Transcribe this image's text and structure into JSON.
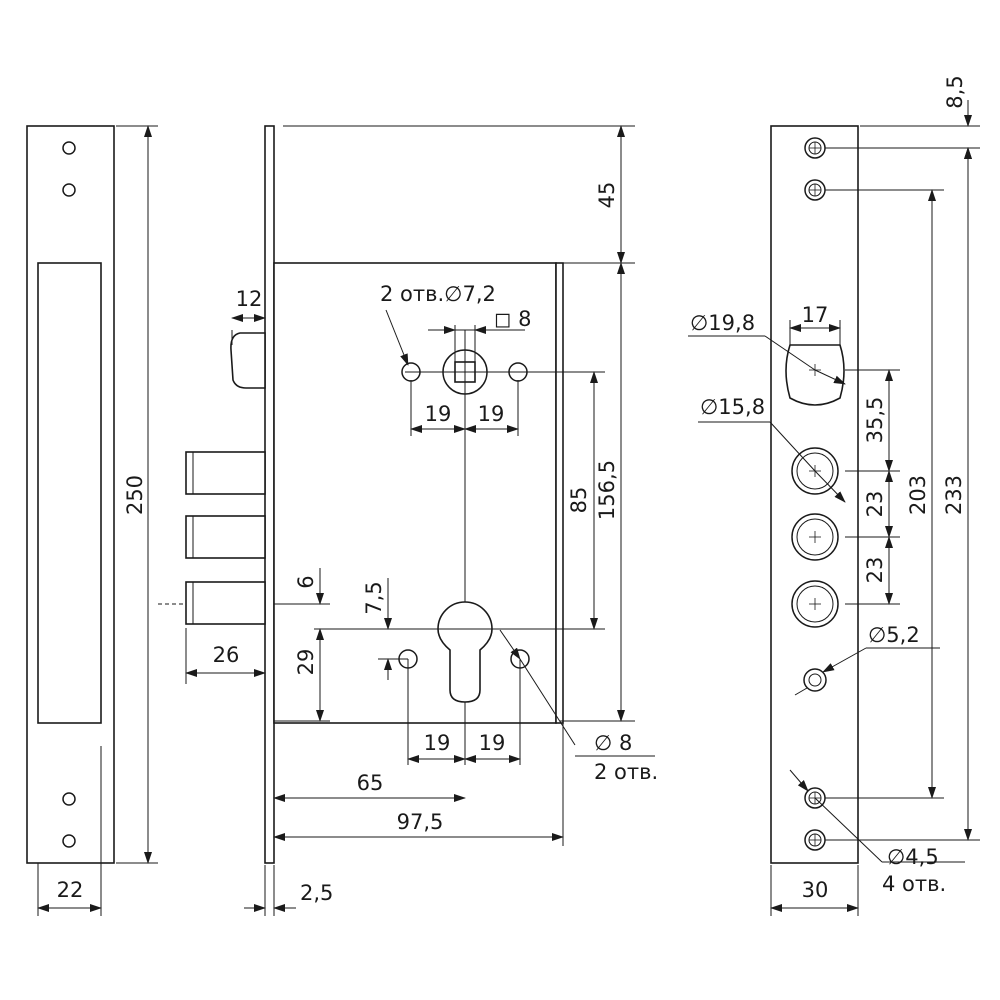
{
  "views": {
    "strike_plate": {
      "height": "250",
      "width": "22"
    },
    "lock_body": {
      "top_offset": "45",
      "spindle_height": "156,5",
      "spindle_to_cylinder": "85",
      "bolt_projection": "12",
      "bolt_throw": "26",
      "latch_offset": "6",
      "hole_offset": "7,5",
      "cylinder_to_bottom": "29",
      "top_hole_note": "2 отв.∅7,2",
      "square_spindle": "◻ 8",
      "top_spacing_left": "19",
      "top_spacing_right": "19",
      "bottom_spacing_left": "19",
      "bottom_spacing_right": "19",
      "bottom_hole_diameter": "∅ 8",
      "bottom_hole_count": "2 отв.",
      "backset": "65",
      "body_width": "97,5",
      "faceplate_thickness": "2,5"
    },
    "faceplate": {
      "top_edge_offset": "8,5",
      "cylinder_diameter": "∅19,8",
      "cylinder_width": "17",
      "bolt_hole_diameter": "∅15,8",
      "spacing_cylinder_bolt": "35,5",
      "bolt_pitch_1": "23",
      "bolt_pitch_2": "23",
      "mount_span": "203",
      "total_span": "233",
      "latch_hole_diameter": "∅5,2",
      "screw_hole_diameter": "∅4,5",
      "screw_hole_count": "4 отв.",
      "width": "30"
    }
  }
}
